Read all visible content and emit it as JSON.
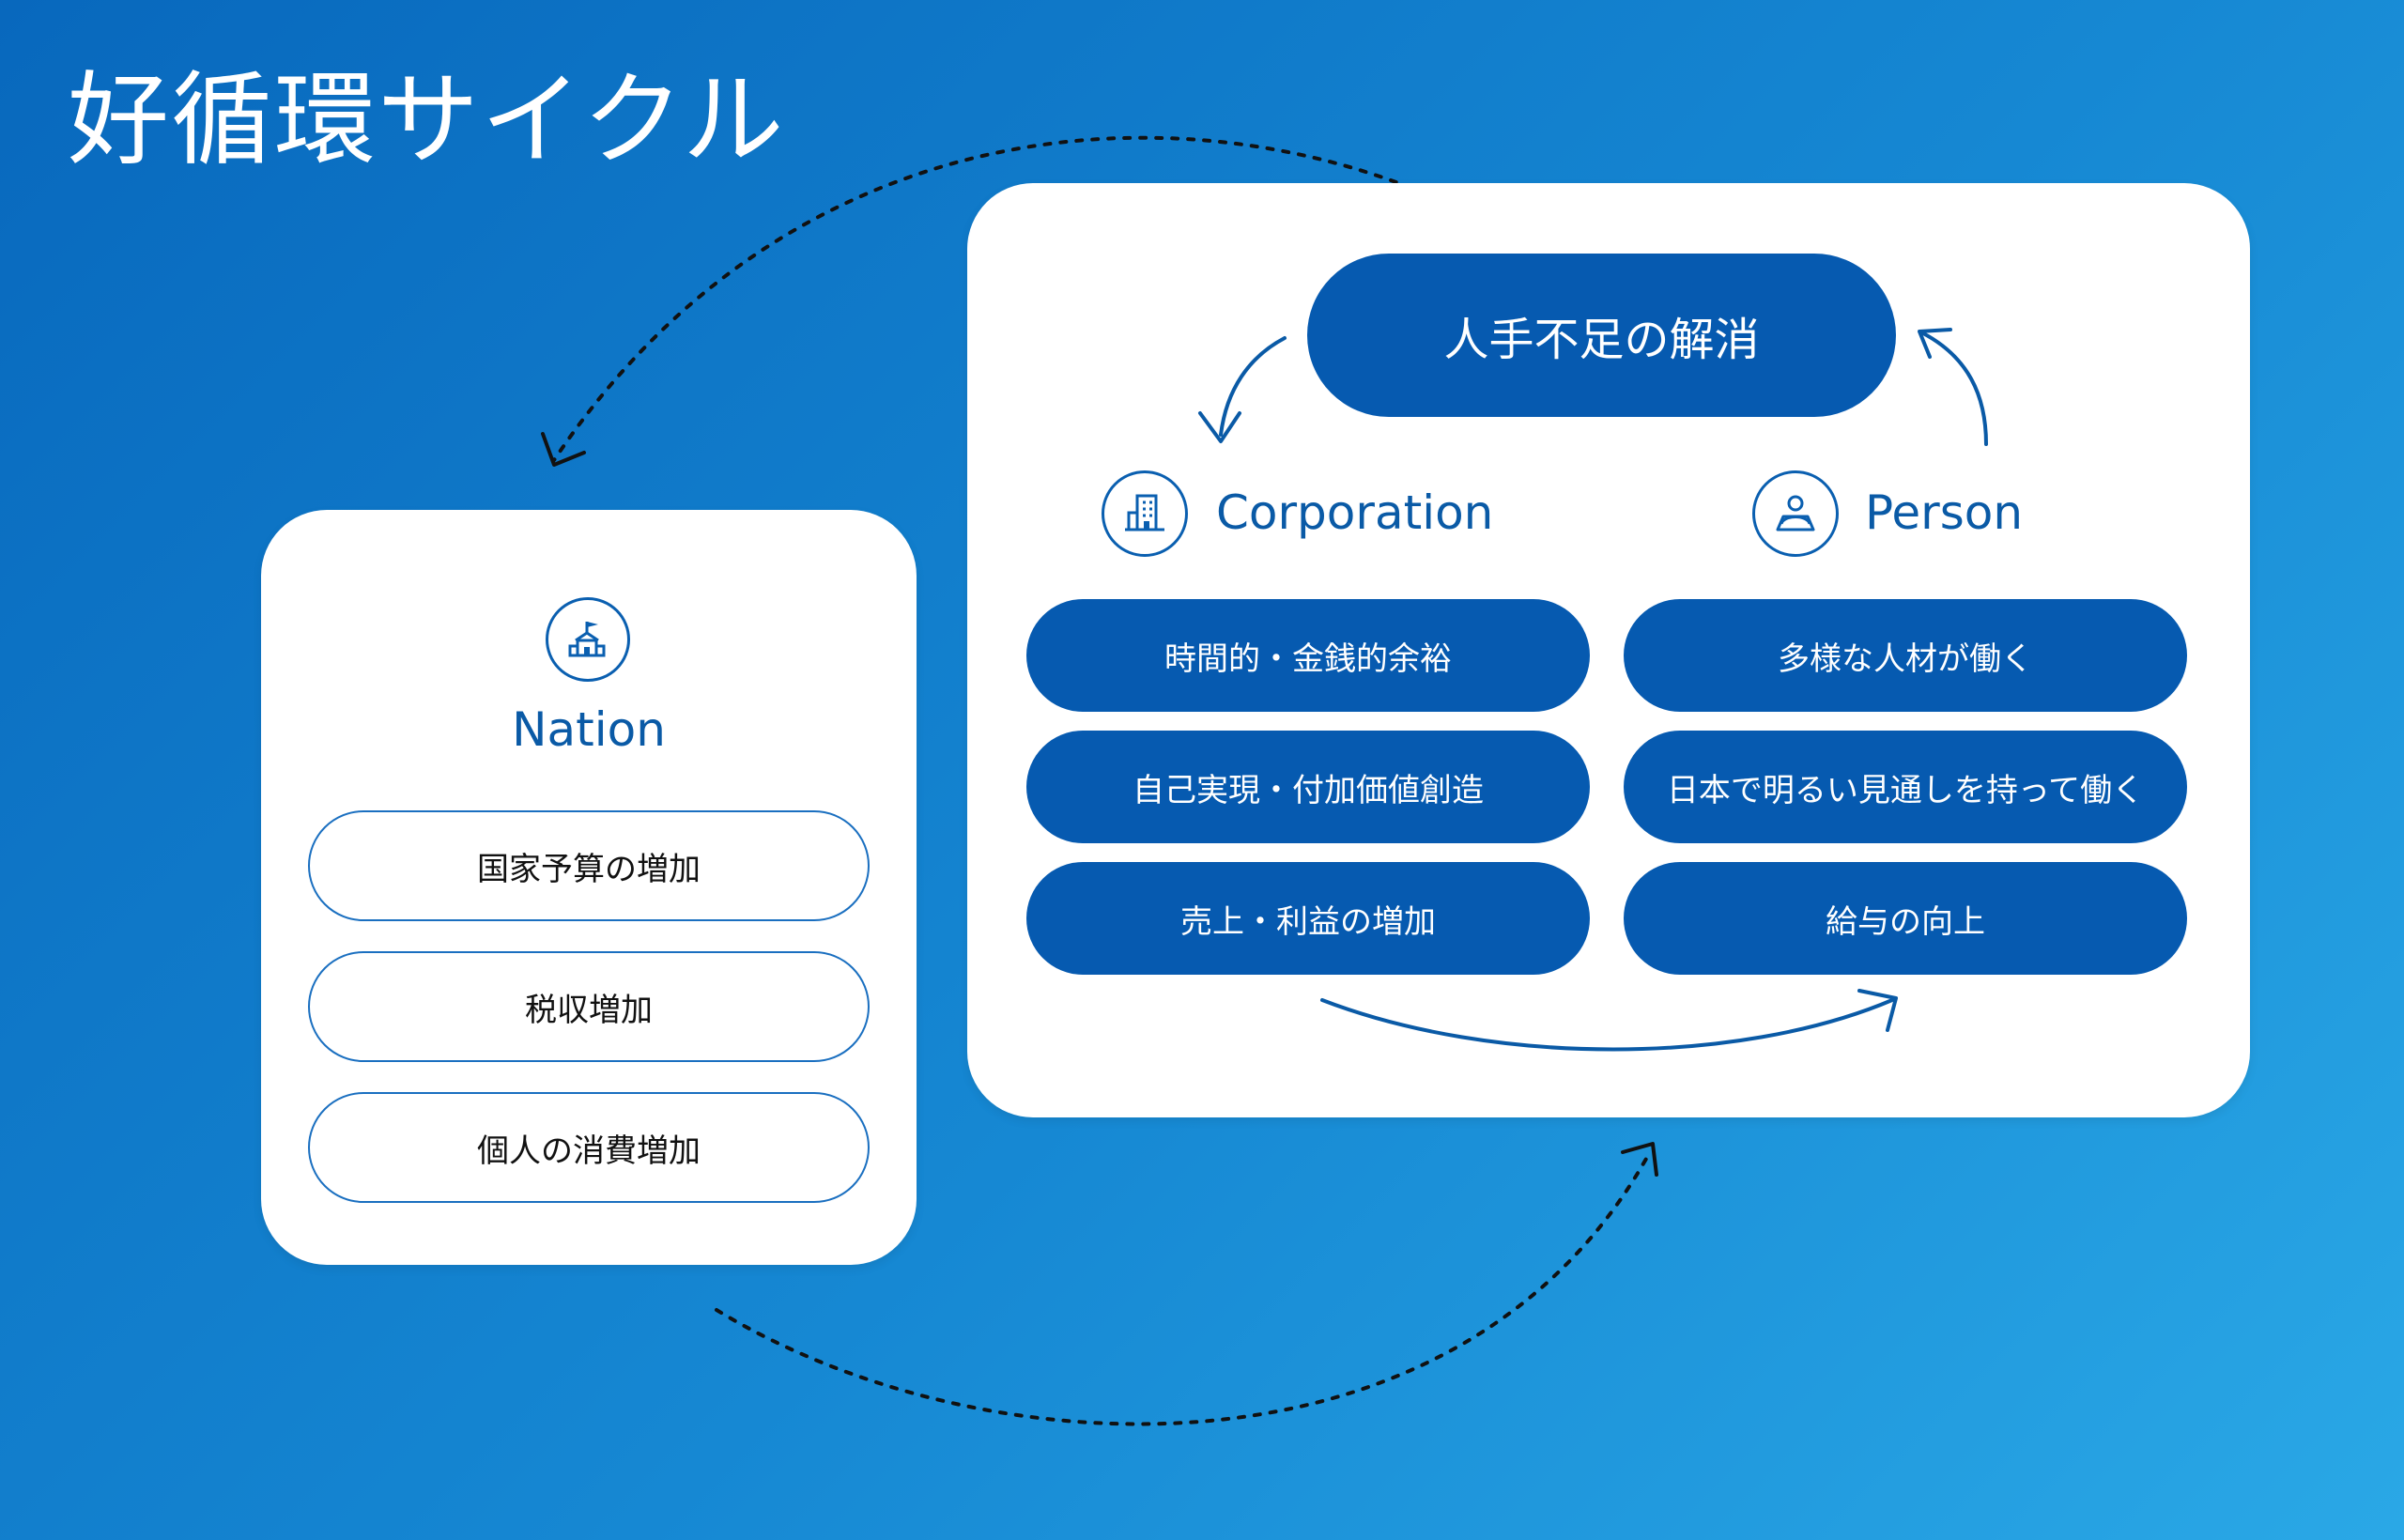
{
  "title": "好循環サイクル",
  "colors": {
    "accent": "#065ab0",
    "background_start": "#0868bd",
    "background_end": "#2aa8e6",
    "outline": "#1a6fc0"
  },
  "nation": {
    "icon": "school-flag-icon",
    "label": "Nation",
    "items": [
      "国家予算の増加",
      "税収増加",
      "個人の消費増加"
    ]
  },
  "cycle": {
    "center": "人手不足の解消",
    "corporation": {
      "icon": "building-icon",
      "label": "Corporation",
      "items": [
        "時間的・金銭的余裕",
        "自己実現・付加価値創造",
        "売上・利益の増加"
      ]
    },
    "person": {
      "icon": "person-icon",
      "label": "Person",
      "items": [
        "多様な人材が働く",
        "日本で明るい見通しを持って働く",
        "給与の向上"
      ]
    }
  }
}
